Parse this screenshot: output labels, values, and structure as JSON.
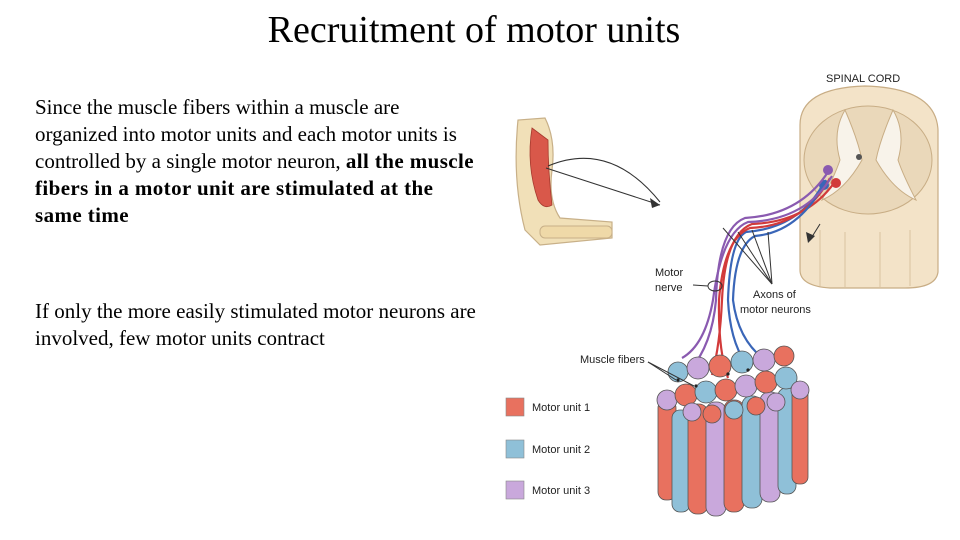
{
  "title": "Recruitment of motor units",
  "paragraph1": {
    "text": "Since the muscle fibers within a muscle are organized into motor units and each motor units is controlled by a single motor neuron, ",
    "bold": "all the muscle fibers in a motor unit are stimulated at the same time"
  },
  "paragraph2": "If only the more easily stimulated motor neurons are involved, few motor units contract",
  "figure": {
    "labels": {
      "spinal_cord": "SPINAL CORD",
      "motor_nerve_1": "Motor",
      "motor_nerve_2": "nerve",
      "axons_1": "Axons of",
      "axons_2": "motor neurons",
      "muscle_fibers": "Muscle fibers"
    },
    "legend": [
      {
        "label": "Motor unit 1",
        "color": "#e8715f"
      },
      {
        "label": "Motor unit 2",
        "color": "#8fc0d8"
      },
      {
        "label": "Motor unit 3",
        "color": "#c9a8dc"
      }
    ],
    "colors": {
      "spinal_cord": "#f3e3c8",
      "grey_matter": "#f8f3ea",
      "nerve_red": "#d23a3a",
      "nerve_blue": "#3a66b8",
      "nerve_purple": "#8a5ab0",
      "arm_skin": "#f1e0b8"
    }
  }
}
